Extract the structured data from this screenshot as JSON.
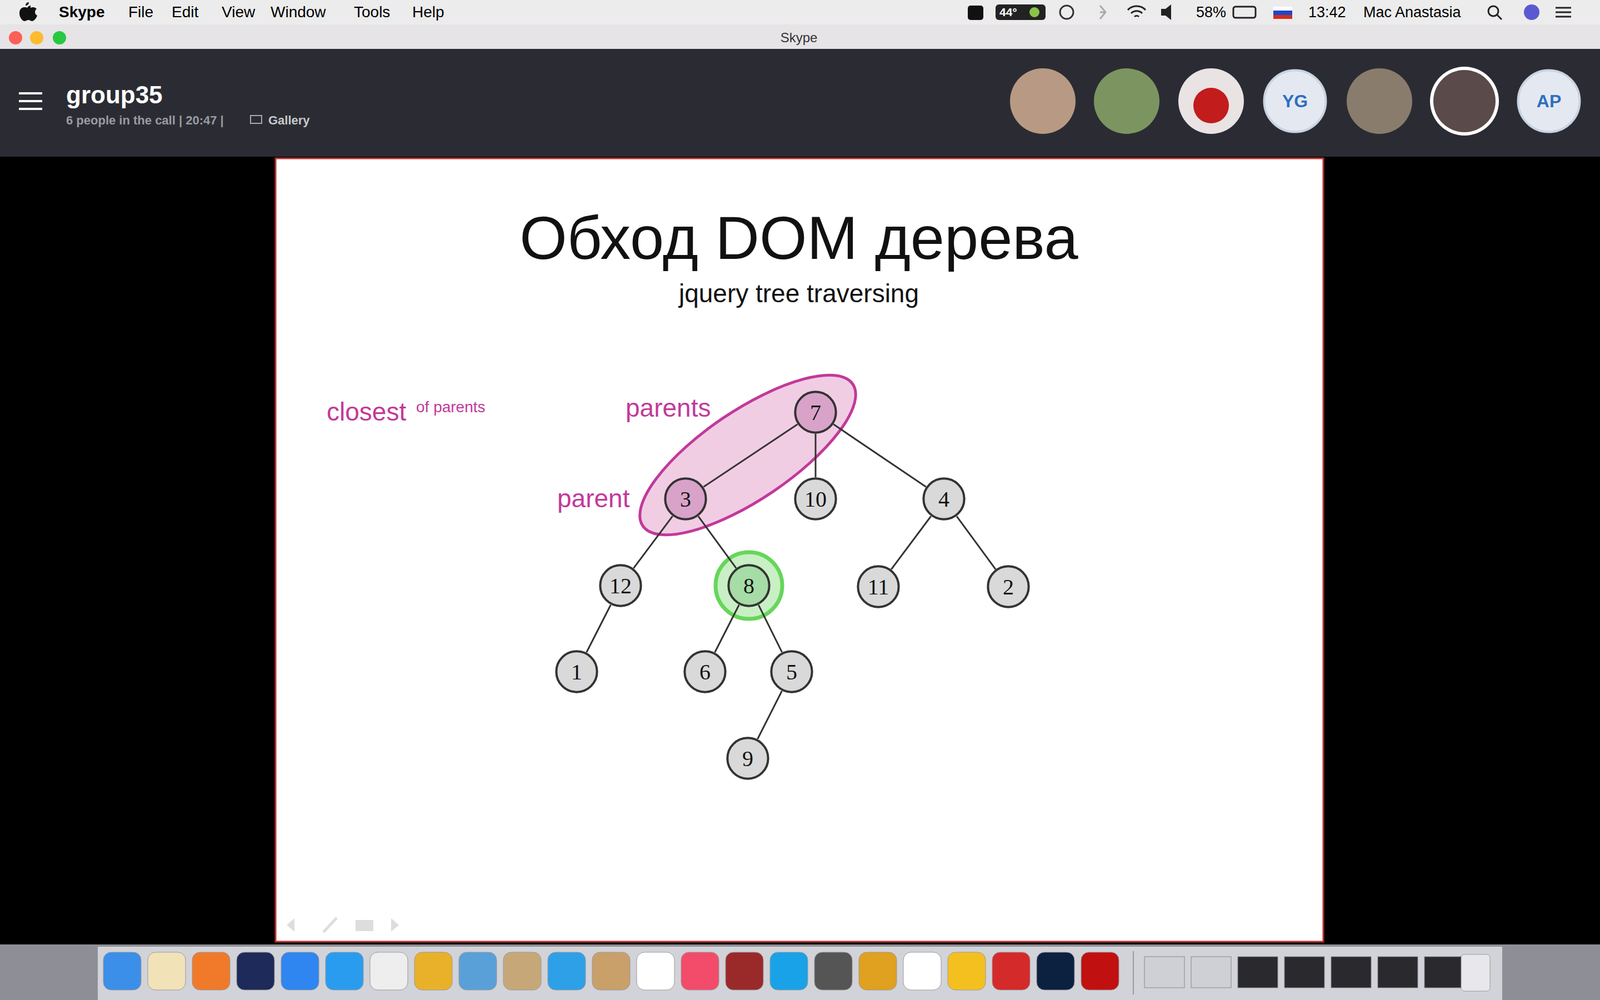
{
  "diagram": {
    "title": "Обход DOM дерева",
    "nodes": [
      {
        "text": [
          "YG"
        ]
      },
      {
        "text": [
          "AP"
        ]
      },
      {
        "text": [
          "7"
        ]
      },
      {
        "text": [
          "3"
        ]
      },
      {
        "text": [
          "10"
        ]
      },
      {
        "text": [
          "4"
        ]
      },
      {
        "text": [
          "12"
        ]
      },
      {
        "text": [
          "8"
        ]
      },
      {
        "text": [
          "11"
        ]
      },
      {
        "text": [
          "2"
        ]
      },
      {
        "text": [
          "1"
        ]
      },
      {
        "text": [
          "6"
        ]
      },
      {
        "text": [
          "5"
        ]
      },
      {
        "text": [
          "9"
        ]
      }
    ],
    "edges": [
      {
        "from": 2,
        "to": 3,
        "arrow": "none"
      },
      {
        "from": 2,
        "to": 4,
        "arrow": "none"
      },
      {
        "from": 2,
        "to": 5,
        "arrow": "none"
      },
      {
        "from": 3,
        "to": 6,
        "arrow": "none"
      },
      {
        "from": 3,
        "to": 7,
        "arrow": "none"
      },
      {
        "from": 5,
        "to": 8,
        "arrow": "none"
      },
      {
        "from": 5,
        "to": 9,
        "arrow": "none"
      },
      {
        "from": 6,
        "to": 10,
        "arrow": "none"
      },
      {
        "from": 7,
        "to": 11,
        "arrow": "none"
      },
      {
        "from": 7,
        "to": 12,
        "arrow": "none"
      },
      {
        "from": 12,
        "to": 13,
        "arrow": "none"
      }
    ],
    "labels": [
      "Skype",
      "File",
      "Edit",
      "View",
      "Window",
      "Tools",
      "Help",
      "44°",
      "58%",
      "13:42",
      "Mac Anastasia",
      "Skype",
      "group35",
      "6 people in the call | 20:47 |",
      "Gallery",
      "jquery tree traversing",
      "closest",
      "of parents",
      "parents",
      "parent"
    ]
  }
}
